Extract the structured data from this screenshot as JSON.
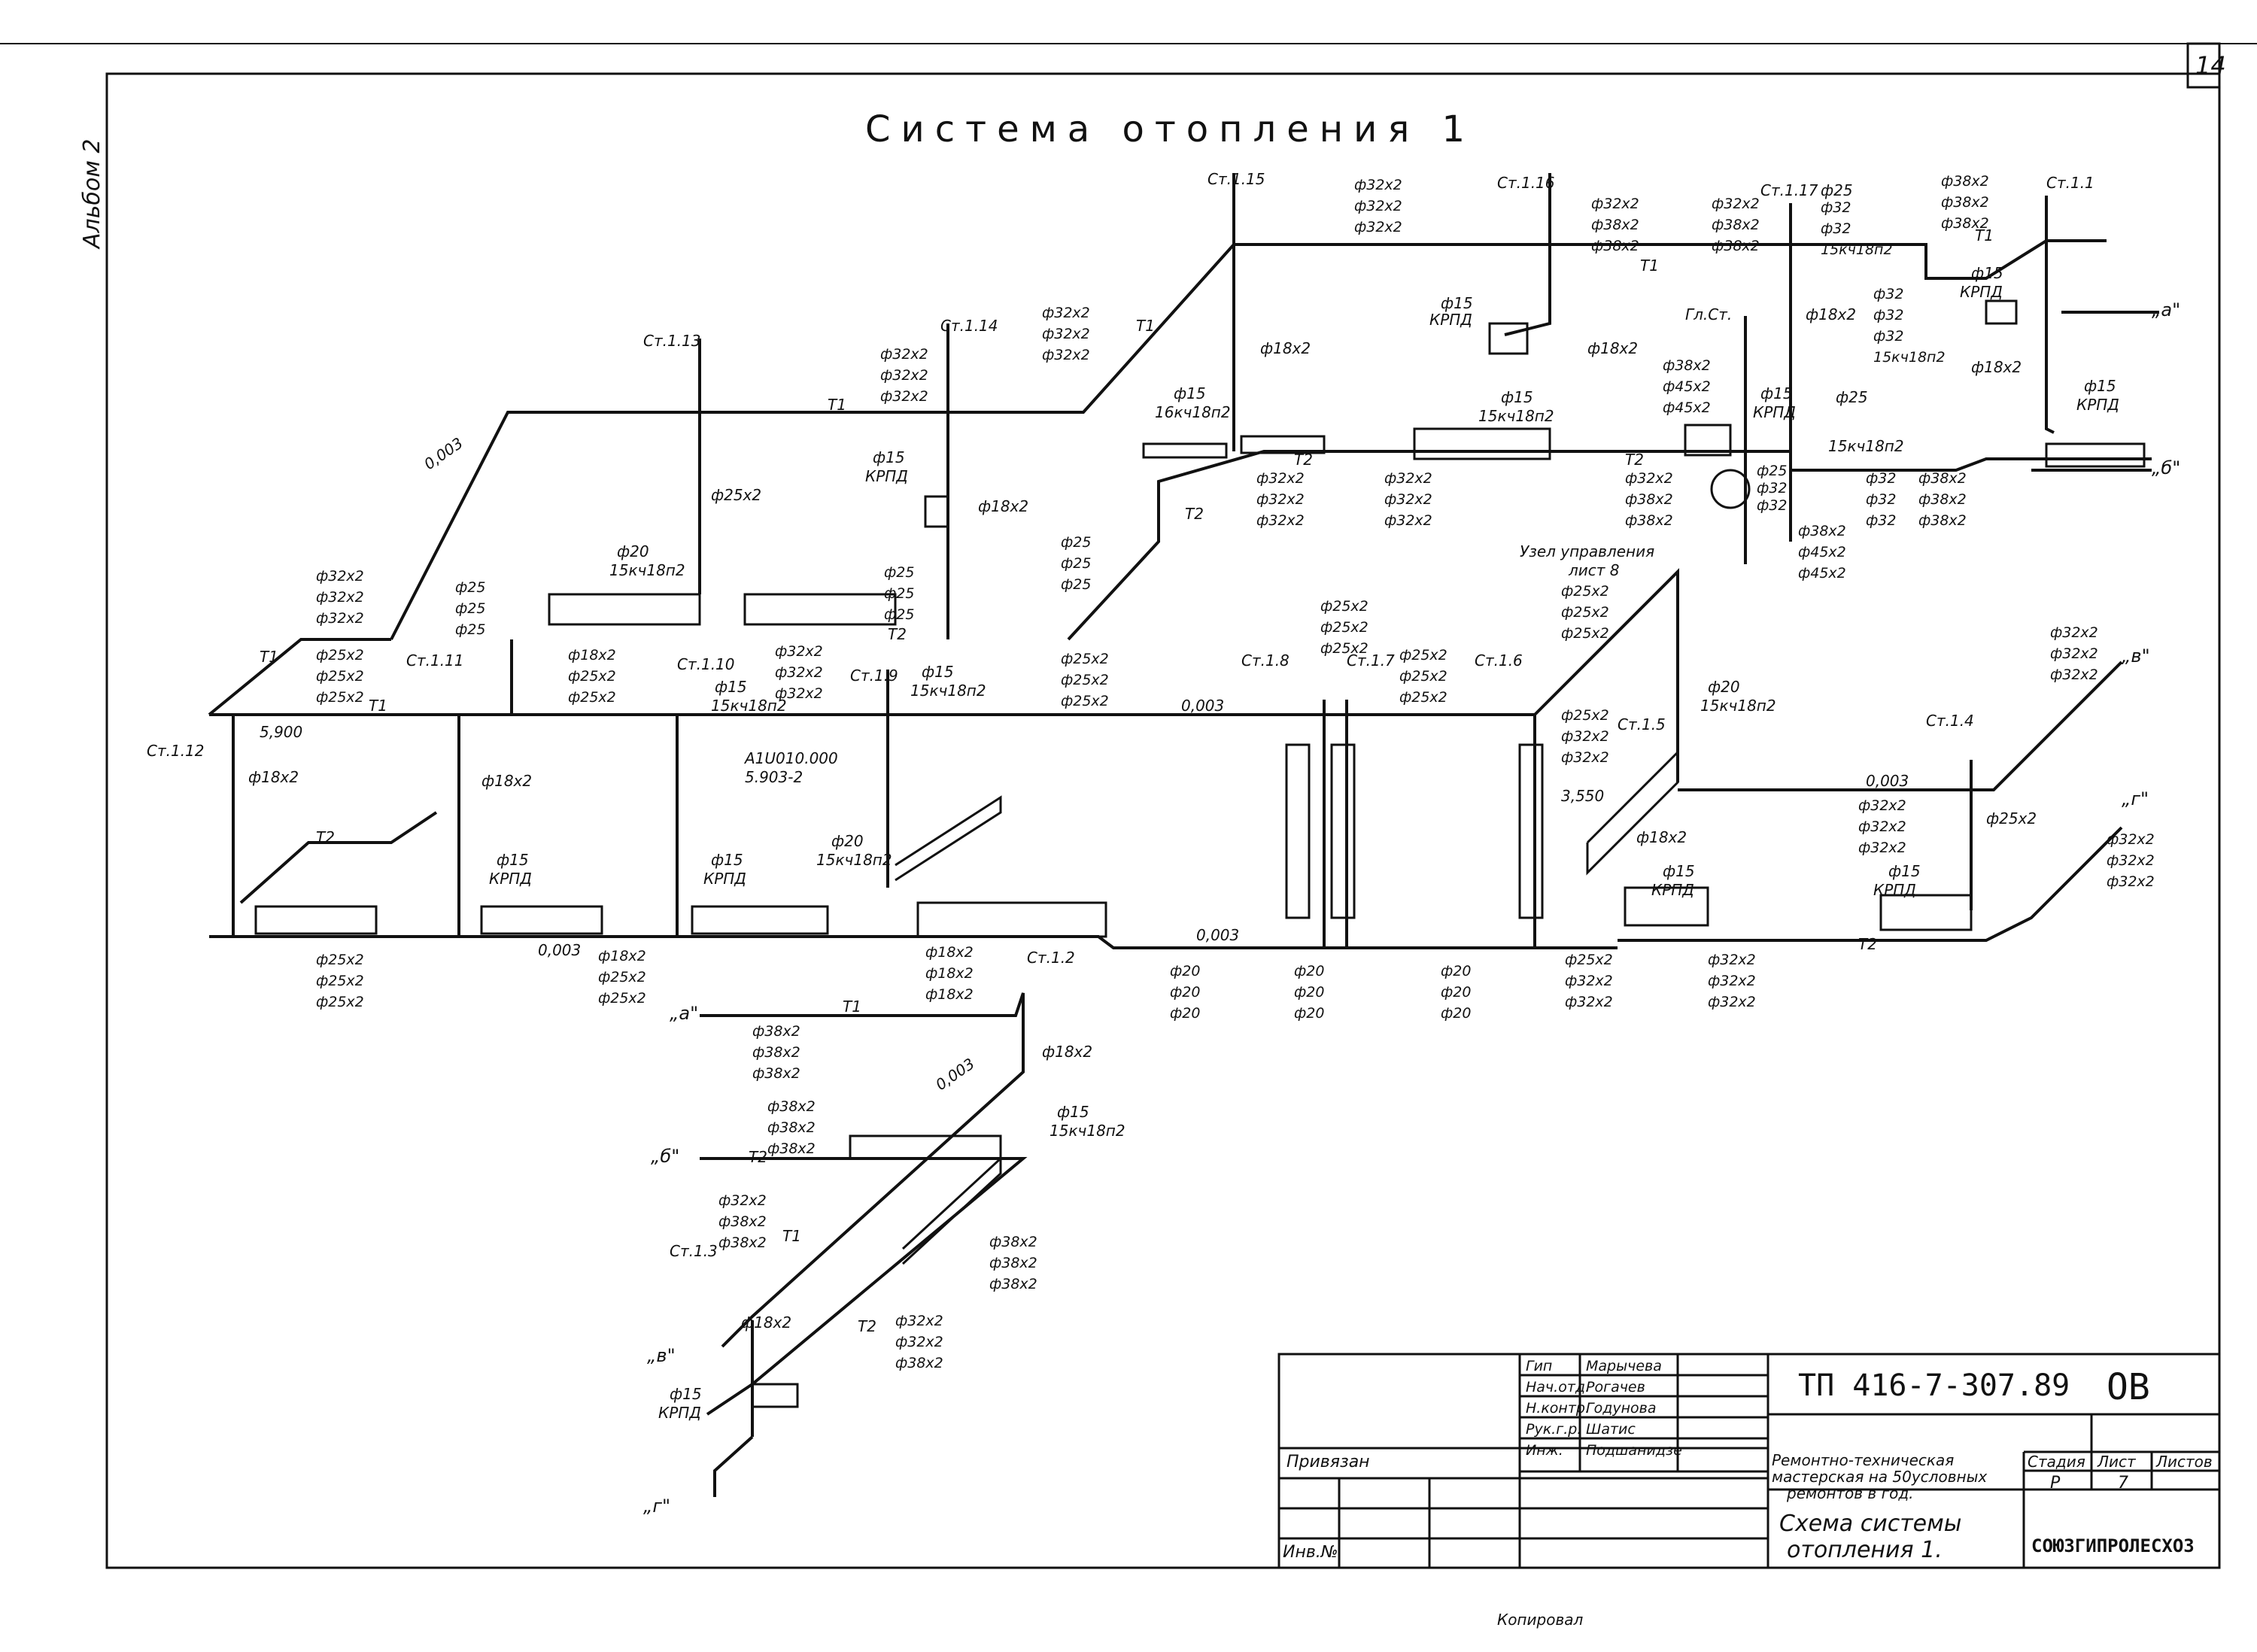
{
  "page_number": "14",
  "album": "Альбом 2",
  "title": "Система отопления 1",
  "stamp": {
    "doc_code": "ТП 416-7-307.89",
    "mark": "ОВ",
    "project": [
      "Ремонтно-техническая",
      "мастерская на 50условных",
      "ремонтов в год."
    ],
    "sheet_title": [
      "Схема системы",
      "отопления 1."
    ],
    "org": "СОЮЗГИПРОЛЕСХОЗ",
    "col_stage": "Стадия",
    "col_sheet": "Лист",
    "col_sheets": "Листов",
    "stage": "Р",
    "sheet": "7",
    "tied": "Привязан",
    "inv": "Инв.№",
    "roles": [
      {
        "role": "Гип",
        "name": "Марычева"
      },
      {
        "role": "Нач.отд.",
        "name": "Рогачев"
      },
      {
        "role": "Н.контр.",
        "name": "Годунова"
      },
      {
        "role": "Рук.г.р.",
        "name": "Шатис"
      },
      {
        "role": "Инж.",
        "name": "Подшанидзе"
      }
    ]
  },
  "bottom_note": "Копировал",
  "risers": [
    "Ст.1.1",
    "Ст.1.2",
    "Ст.1.3",
    "Ст.1.4",
    "Ст.1.5",
    "Ст.1.6",
    "Ст.1.7",
    "Ст.1.8",
    "Ст.1.9",
    "Ст.1.10",
    "Ст.1.11",
    "Ст.1.12",
    "Ст.1.13",
    "Ст.1.14",
    "Ст.1.15",
    "Ст.1.16",
    "Ст.1.17",
    "Гл.Ст."
  ],
  "pipes": {
    "supply": "Т1",
    "return": "Т2"
  },
  "slope": "0,003",
  "slope_neg": "0,003",
  "levels": {
    "l1": "5,900",
    "l2": "3,550"
  },
  "node": {
    "name": "Узел управления",
    "ref": "лист 8"
  },
  "series": {
    "a": "А1U010.000",
    "b": "5.903-2"
  },
  "conn": {
    "a": "„а\"",
    "b": "„б\"",
    "v": "„в\"",
    "g": "„г\""
  },
  "valves": {
    "d15": "ф15",
    "d20": "ф20",
    "d25": "ф25",
    "krpd": "КРПД",
    "v15": "15кч18п2",
    "v16": "16кч18п2"
  },
  "labels": {
    "s32": [
      "ф32х2",
      "ф32х2",
      "ф32х2"
    ],
    "s38": [
      "ф38х2",
      "ф38х2",
      "ф38х2"
    ],
    "s25": [
      "ф25х2",
      "ф25х2",
      "ф25х2"
    ],
    "s18": [
      "ф18х2",
      "ф18х2",
      "ф18х2"
    ],
    "s20": [
      "ф20",
      "ф20",
      "ф20"
    ],
    "p25": [
      "ф25",
      "ф25",
      "ф25"
    ],
    "p32": [
      "ф32",
      "ф32",
      "ф32"
    ],
    "p38m": [
      "ф38х2",
      "ф45х2",
      "ф45х2"
    ],
    "p25x": [
      "ф25х2",
      "ф32х2",
      "ф32х2"
    ],
    "p32x": [
      "ф32х2",
      "ф38х2",
      "ф38х2"
    ],
    "p18x": [
      "ф18х2",
      "ф25х2",
      "ф25х2"
    ],
    "p32s": [
      "ф32",
      "ф32",
      "ф32"
    ],
    "p25s": [
      "ф25",
      "ф32",
      "ф32"
    ],
    "single_18": "ф18х2",
    "single_25": "ф25х2",
    "p38b": [
      "ф38х2",
      "ф38х2",
      "ф38х2"
    ],
    "p32b": [
      "ф32х2",
      "ф38х2",
      "ф38х2"
    ],
    "p32c": [
      "ф32х2",
      "ф32х2",
      "ф38х2"
    ],
    "p38c": [
      "ф38х2",
      "ф38х2",
      "ф38х2"
    ]
  }
}
